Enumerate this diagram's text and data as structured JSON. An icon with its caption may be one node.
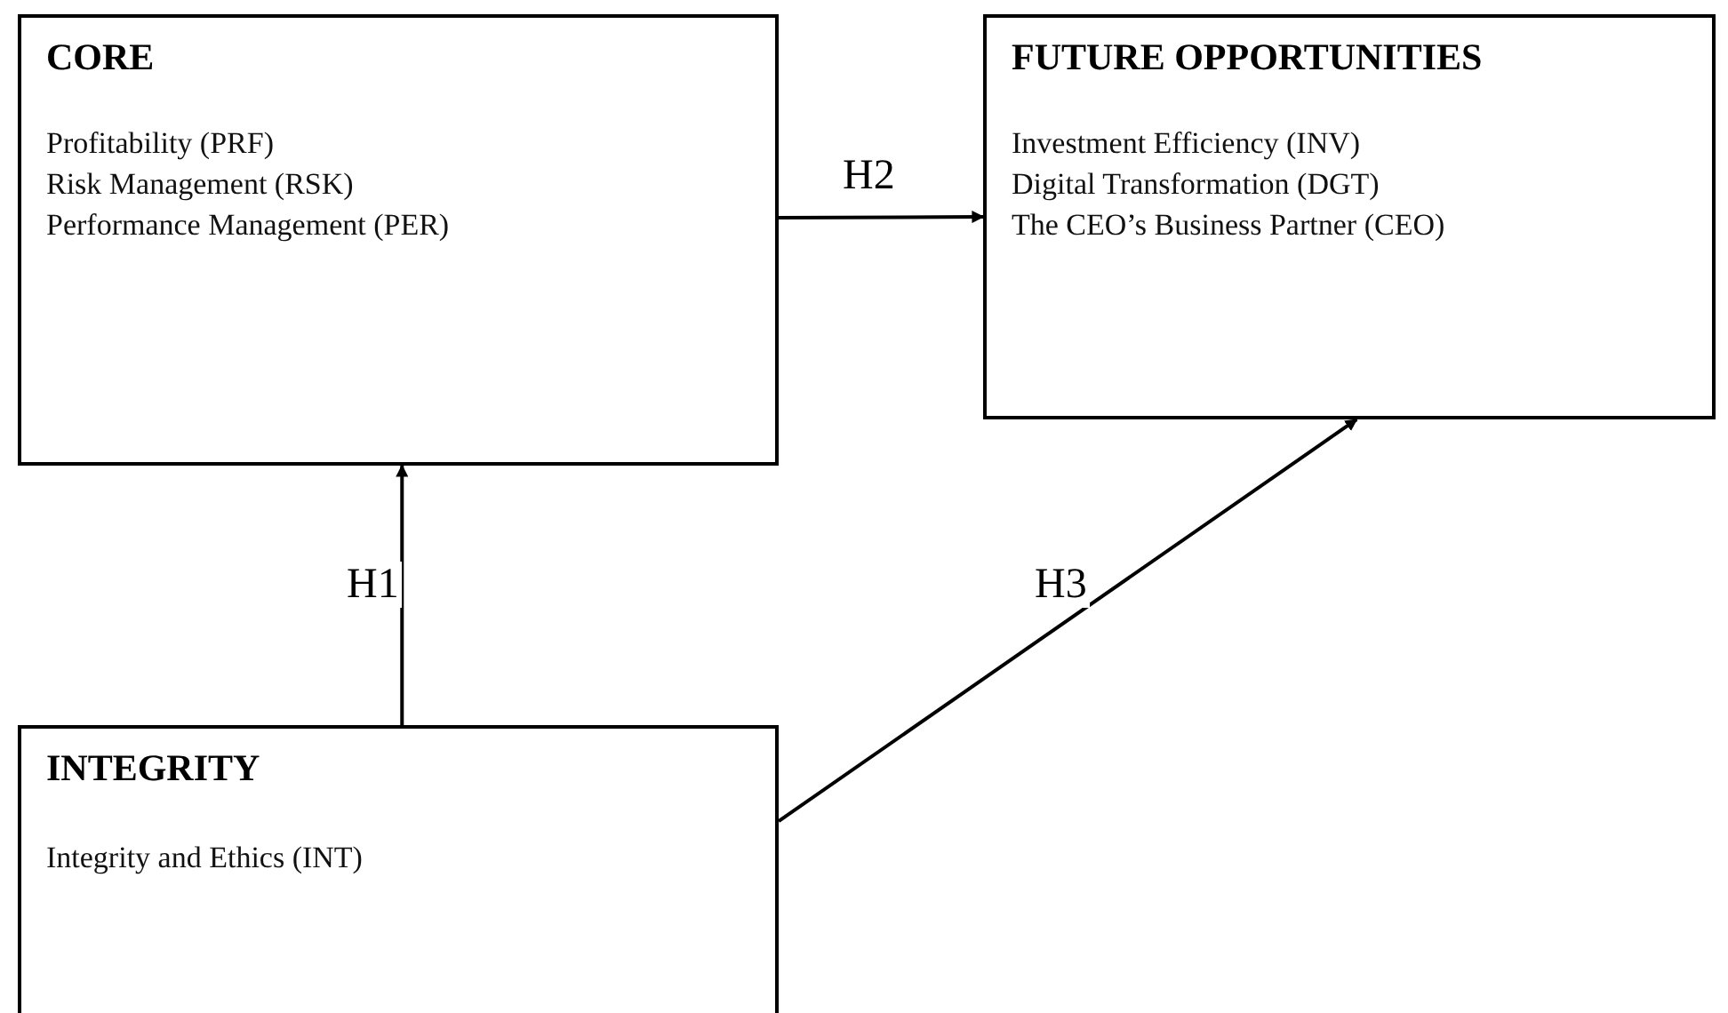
{
  "diagram": {
    "nodes": [
      {
        "text": [
          "CORE",
          "Profitability (PRF)",
          "Risk Management (RSK)",
          "Performance Management (PER)"
        ]
      },
      {
        "text": [
          "FUTURE OPPORTUNITIES",
          "Investment Efficiency (INV)",
          "Digital Transformation (DGT)",
          "The CEO’s Business Partner (CEO)"
        ]
      },
      {
        "text": [
          "INTEGRITY",
          "Integrity and Ethics (INT)"
        ]
      }
    ],
    "edges": [
      {
        "from": 0,
        "to": 1,
        "arrow": "to",
        "label": "H2"
      },
      {
        "from": 2,
        "to": 0,
        "arrow": "to",
        "label": "H1"
      },
      {
        "from": 2,
        "to": 1,
        "arrow": "to",
        "label": "H3"
      }
    ]
  }
}
